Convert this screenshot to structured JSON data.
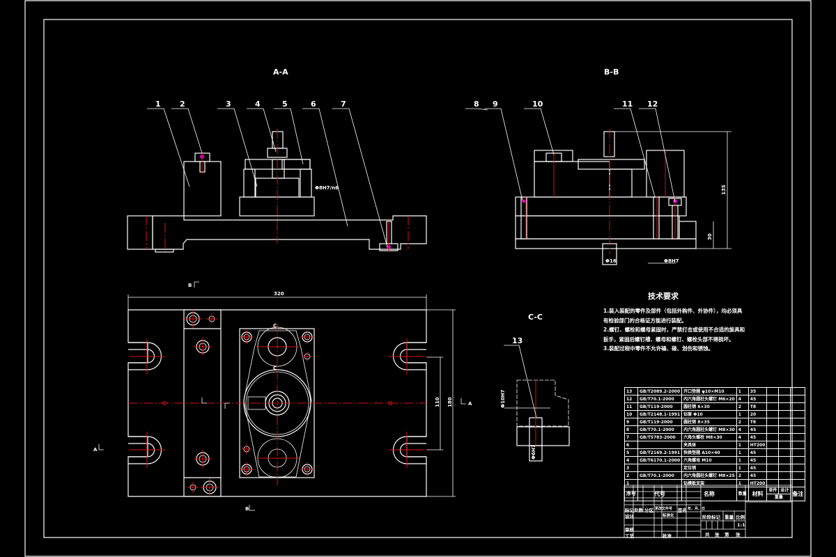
{
  "drawing": {
    "views": {
      "section_aa": {
        "title": "A-A",
        "balloons": [
          "1",
          "2",
          "3",
          "4",
          "5",
          "6",
          "7"
        ],
        "fit_note": "Φ8H7/n6"
      },
      "section_bb": {
        "title": "B-B",
        "balloons": [
          "8",
          "9",
          "10",
          "11",
          "12"
        ],
        "dims": {
          "height": "135",
          "base": "30",
          "shaft": "Φ16",
          "pin": "Φ8H7"
        }
      },
      "section_cc": {
        "title": "C-C",
        "balloons": [
          "13"
        ],
        "fits": [
          "Φ10H7",
          "Φ6H7"
        ]
      },
      "plan_view": {
        "dims": {
          "length": "320",
          "inner": "110",
          "width": "180"
        },
        "section_marks": {
          "a_left": "A",
          "a_right": "A",
          "b_top": "B",
          "b_bottom": "B",
          "c_top": "C",
          "c_bottom": "C"
        }
      }
    },
    "technical_requirements": {
      "title": "技术要求",
      "lines": [
        "1.装入装配的零件及部件（包括外购件、外协件），均必须具",
        "有检验部门的合格证方能进行装配。",
        "2.螺钉、螺栓和螺母紧固时，严禁打击或使用不合适的旋具和",
        "扳手，紧固后螺钉槽、螺母和螺钉、螺栓头部不得损坏。",
        "3.装配过程中零件不允许磕、碰、划伤和锈蚀。"
      ]
    },
    "bom": {
      "headers": {
        "no": "序号",
        "code": "代号",
        "name": "名称",
        "qty": "数量",
        "material": "材料",
        "unit_weight": "单件",
        "total_weight": "总计",
        "weight": "重量",
        "remark": "备注"
      },
      "rows": [
        {
          "no": "13",
          "code": "GB/T2089.2-2000",
          "name": "开口垫圈 φ10×M10",
          "qty": "1",
          "material": "35"
        },
        {
          "no": "12",
          "code": "GB/T70.1-2000",
          "name": "内六角圆柱头螺钉 M6×20",
          "qty": "4",
          "material": "45"
        },
        {
          "no": "11",
          "code": "GB/T119-2000",
          "name": "圆柱销 6×30",
          "qty": "2",
          "material": "T8"
        },
        {
          "no": "10",
          "code": "GB/T2148.1-1991",
          "name": "钻套 Φ10",
          "qty": "1",
          "material": "20"
        },
        {
          "no": "9",
          "code": "GB/T119-2000",
          "name": "圆柱销 8×35",
          "qty": "2",
          "material": "T8"
        },
        {
          "no": "8",
          "code": "GB/T70.1-2000",
          "name": "内六角圆柱头螺钉 M8×30",
          "qty": "4",
          "material": "45"
        },
        {
          "no": "7",
          "code": "GB/T5783-2000",
          "name": "六角头螺栓 M8×30",
          "qty": "4",
          "material": "45"
        },
        {
          "no": "6",
          "code": "",
          "name": "夹具体",
          "qty": "1",
          "material": "HT200"
        },
        {
          "no": "5",
          "code": "GB/T2169.2-1991",
          "name": "快换垫圈 A10×40",
          "qty": "1",
          "material": "45"
        },
        {
          "no": "4",
          "code": "GB/T6170.1-2000",
          "name": "六角螺母 M10",
          "qty": "1",
          "material": "45"
        },
        {
          "no": "3",
          "code": "",
          "name": "定位销",
          "qty": "1",
          "material": "45"
        },
        {
          "no": "2",
          "code": "GB/T70.1-2000",
          "name": "内六角圆柱头螺钉 M8×25",
          "qty": "2",
          "material": "45"
        },
        {
          "no": "1",
          "code": "",
          "name": "钻模板支架",
          "qty": "1",
          "material": "HT200"
        }
      ]
    },
    "title_block": {
      "labels": {
        "mark": "标记",
        "count": "处数",
        "zone": "分区",
        "change_doc": "更改文件号",
        "signature": "签名",
        "date": "年、月、日",
        "design": "设计",
        "standardize": "标准化",
        "review": "审核",
        "process": "工艺",
        "approve": "批准",
        "stage_mark": "阶段标记",
        "weight": "重量",
        "scale": "比例",
        "scale_value": "1:1",
        "sheets_total": "共",
        "sheets_unit": "张",
        "sheet_no": "第",
        "sheet_unit": "张"
      }
    }
  }
}
